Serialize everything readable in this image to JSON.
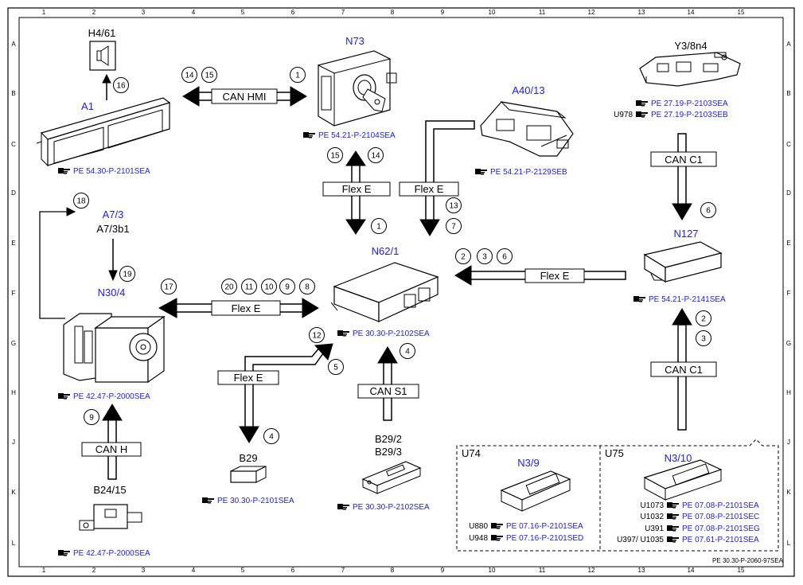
{
  "drawing_code": "PE 30.30-P-2060-97SEA",
  "grid_cols": [
    "1",
    "2",
    "3",
    "4",
    "5",
    "6",
    "7",
    "8",
    "9",
    "10",
    "11",
    "12",
    "13",
    "14",
    "15"
  ],
  "grid_rows": [
    "A",
    "B",
    "C",
    "D",
    "E",
    "F",
    "G",
    "H",
    "J",
    "K",
    "L"
  ],
  "components": {
    "h4_61": {
      "label": "H4/61"
    },
    "a1": {
      "label": "A1",
      "ref": "PE 54.30-P-2101SEA"
    },
    "n73": {
      "label": "N73",
      "ref": "PE 54.21-P-2104SEA"
    },
    "a40_13": {
      "label": "A40/13",
      "ref": "PE 54.21-P-2129SEB"
    },
    "y3_8n4": {
      "label": "Y3/8n4",
      "ref1": "PE 27.19-P-2103SEA",
      "ref2": "PE 27.19-P-2103SEB",
      "code": "U978"
    },
    "a7_3": {
      "label": "A7/3",
      "label2": "A7/3b1"
    },
    "n62_1": {
      "label": "N62/1",
      "ref": "PE 30.30-P-2102SEA"
    },
    "n127": {
      "label": "N127",
      "ref": "PE 54.21-P-2141SEA"
    },
    "n30_4": {
      "label": "N30/4",
      "ref": "PE 42.47-P-2000SEA"
    },
    "b29": {
      "label": "B29",
      "ref": "PE 30.30-P-2101SEA"
    },
    "b29_2": {
      "label": "B29/2",
      "label2": "B29/3",
      "ref": "PE 30.30-P-2102SEA"
    },
    "b24_15": {
      "label": "B24/15",
      "ref": "PE 42.47-P-2000SEA"
    },
    "n3_9": {
      "label": "N3/9",
      "group": "U74",
      "codes": [
        "U880",
        "U948"
      ],
      "refs": [
        "PE 07.16-P-2101SEA",
        "PE 07.16-P-2101SED"
      ]
    },
    "n3_10": {
      "label": "N3/10",
      "group": "U75",
      "codes": [
        "U1073",
        "U1032",
        "U391",
        "U397/ U1035"
      ],
      "refs": [
        "PE 07.08-P-2101SEA",
        "PE 07.08-P-2101SEC",
        "PE 07.08-P-2101SEG",
        "PE 07.61-P-2101SEA"
      ]
    }
  },
  "buses": {
    "can_hmi": "CAN HMI",
    "flex_e": "Flex E",
    "can_c1": "CAN C1",
    "can_s1": "CAN S1",
    "can_h": "CAN H"
  },
  "numbers": {
    "n1": "1",
    "n2": "2",
    "n3": "3",
    "n4": "4",
    "n5": "5",
    "n6": "6",
    "n7": "7",
    "n8": "8",
    "n9": "9",
    "n10": "10",
    "n11": "11",
    "n12": "12",
    "n13": "13",
    "n14": "14",
    "n15": "15",
    "n16": "16",
    "n17": "17",
    "n18": "18",
    "n19": "19",
    "n20": "20"
  },
  "colors": {
    "component_label": "#1a1aff",
    "reference_text": "#1a1aff",
    "line": "#000000"
  }
}
